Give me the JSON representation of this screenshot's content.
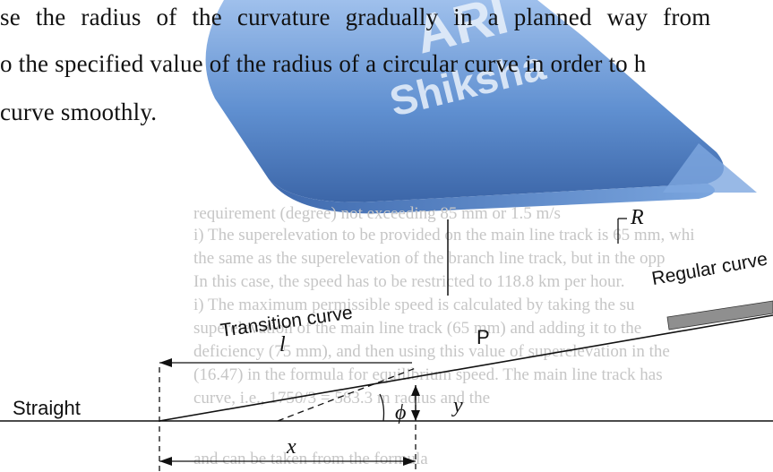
{
  "paragraph": {
    "line1": "se the radius of the curvature gradually in a planned way from",
    "line2": "o the specified value of the radius of a circular curve in order to h",
    "line3": "curve smoothly."
  },
  "background_text": [
    "requirement (degree) not exceeding 85 mm or 1.5 m/s",
    "i) The superelevation to be provided on the main line track is 65 mm, whi",
    "the same as the superelevation of the branch line track, but in the opp",
    "In this case, the speed has to be restricted to 118.8 km per hour.",
    "i) The maximum permissible speed is calculated by taking the su",
    "superelevation of the main line track (65 mm) and adding it to the",
    "deficiency (75 mm), and then using this value of superelevation in the",
    "(16.47) in the formula for equilibrium speed. The main line track has",
    "curve, i.e., 1750/3 = 583.3 m radius and the",
    "and can be taken from the formula"
  ],
  "figure": {
    "label_R": "R",
    "label_regular_curve": "Regular curve",
    "label_transition_curve": "Transition curve",
    "label_P": "P",
    "label_l": "l",
    "label_straight": "Straight",
    "label_phi": "ϕ",
    "label_y": "y",
    "label_x": "x"
  },
  "colors": {
    "logo_blue": "#5b86c8",
    "regular_curve_bar": "#8f8f8f"
  },
  "icons": [
    "watermark-logo"
  ]
}
